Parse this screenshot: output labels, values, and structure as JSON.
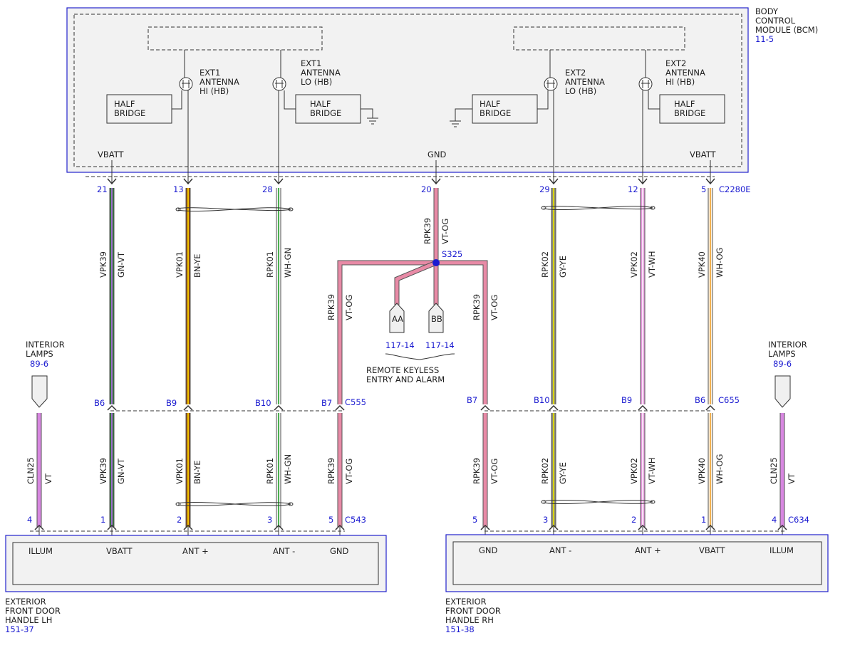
{
  "bcm": {
    "name": [
      "BODY",
      "CONTROL",
      "MODULE (BCM)"
    ],
    "ref": "11-5",
    "ext1_hi": [
      "EXT1",
      "ANTENNA",
      "HI (HB)"
    ],
    "ext1_lo": [
      "EXT1",
      "ANTENNA",
      "LO (HB)"
    ],
    "ext2_lo": [
      "EXT2",
      "ANTENNA",
      "LO (HB)"
    ],
    "ext2_hi": [
      "EXT2",
      "ANTENNA",
      "HI (HB)"
    ],
    "half_bridge": [
      "HALF",
      "BRIDGE"
    ],
    "vbatt_left": "VBATT",
    "gnd": "GND",
    "vbatt_right": "VBATT",
    "connector": "C2280E"
  },
  "bcm_pins": [
    "21",
    "13",
    "28",
    "20",
    "29",
    "12",
    "5"
  ],
  "upper_wires": [
    {
      "circuit": "VPK39",
      "color": "GN-VT"
    },
    {
      "circuit": "VPK01",
      "color": "BN-YE"
    },
    {
      "circuit": "RPK01",
      "color": "WH-GN"
    },
    {
      "circuit": "RPK39",
      "color": "VT-OG"
    },
    {
      "circuit": "RPK02",
      "color": "GY-YE"
    },
    {
      "circuit": "VPK02",
      "color": "VT-WH"
    },
    {
      "circuit": "VPK40",
      "color": "WH-OG"
    }
  ],
  "splice": {
    "name": "S325",
    "left_branch": {
      "circuit": "RPK39",
      "color": "VT-OG"
    },
    "right_branch": {
      "circuit": "RPK39",
      "color": "VT-OG"
    },
    "conn_a": "AA",
    "conn_b": "BB",
    "ref_a": "117-14",
    "ref_b": "117-14",
    "caption": [
      "REMOTE KEYLESS",
      "ENTRY AND ALARM"
    ]
  },
  "interior_lamps_left": {
    "label": [
      "INTERIOR",
      "LAMPS"
    ],
    "ref": "89-6"
  },
  "interior_lamps_right": {
    "label": [
      "INTERIOR",
      "LAMPS"
    ],
    "ref": "89-6"
  },
  "c555": {
    "name": "C555",
    "pins": [
      "B6",
      "B9",
      "B10",
      "B7"
    ]
  },
  "c655": {
    "name": "C655",
    "pins": [
      "B7",
      "B10",
      "B9",
      "B6"
    ]
  },
  "lower_left_wires": [
    {
      "circuit": "CLN25",
      "color": "VT"
    },
    {
      "circuit": "VPK39",
      "color": "GN-VT"
    },
    {
      "circuit": "VPK01",
      "color": "BN-YE"
    },
    {
      "circuit": "RPK01",
      "color": "WH-GN"
    },
    {
      "circuit": "RPK39",
      "color": "VT-OG"
    }
  ],
  "lower_right_wires": [
    {
      "circuit": "RPK39",
      "color": "VT-OG"
    },
    {
      "circuit": "RPK02",
      "color": "GY-YE"
    },
    {
      "circuit": "VPK02",
      "color": "VT-WH"
    },
    {
      "circuit": "VPK40",
      "color": "WH-OG"
    },
    {
      "circuit": "CLN25",
      "color": "VT"
    }
  ],
  "handle_lh": {
    "connector": "C543",
    "pins": [
      "4",
      "1",
      "2",
      "3",
      "5"
    ],
    "terminals": [
      "ILLUM",
      "VBATT",
      "ANT +",
      "ANT -",
      "GND"
    ],
    "name": [
      "EXTERIOR",
      "FRONT DOOR",
      "HANDLE LH"
    ],
    "ref": "151-37"
  },
  "handle_rh": {
    "connector": "C634",
    "pins": [
      "5",
      "3",
      "2",
      "1",
      "4"
    ],
    "terminals": [
      "GND",
      "ANT -",
      "ANT +",
      "VBATT",
      "ILLUM"
    ],
    "name": [
      "EXTERIOR",
      "FRONT DOOR",
      "HANDLE RH"
    ],
    "ref": "151-38"
  },
  "wire_colors": {
    "GN-VT": {
      "base": "#2e7d32",
      "stripe": "#a06bd0"
    },
    "BN-YE": {
      "base": "#8b4a16",
      "stripe": "#f2c300"
    },
    "WH-GN": {
      "base": "#f4f4f4",
      "stripe": "#4caf50"
    },
    "VT-OG": {
      "base": "#e88aa6",
      "stripe": "#e88aa6"
    },
    "GY-YE": {
      "base": "#8a8a7a",
      "stripe": "#d8d400"
    },
    "VT-WH": {
      "base": "#e99ae0",
      "stripe": "#f6e2f3"
    },
    "WH-OG": {
      "base": "#fdf3e3",
      "stripe": "#f0b050"
    },
    "VT": {
      "base": "#d787e0",
      "stripe": "#d787e0"
    }
  },
  "accent_blue": "#1a1ad0"
}
